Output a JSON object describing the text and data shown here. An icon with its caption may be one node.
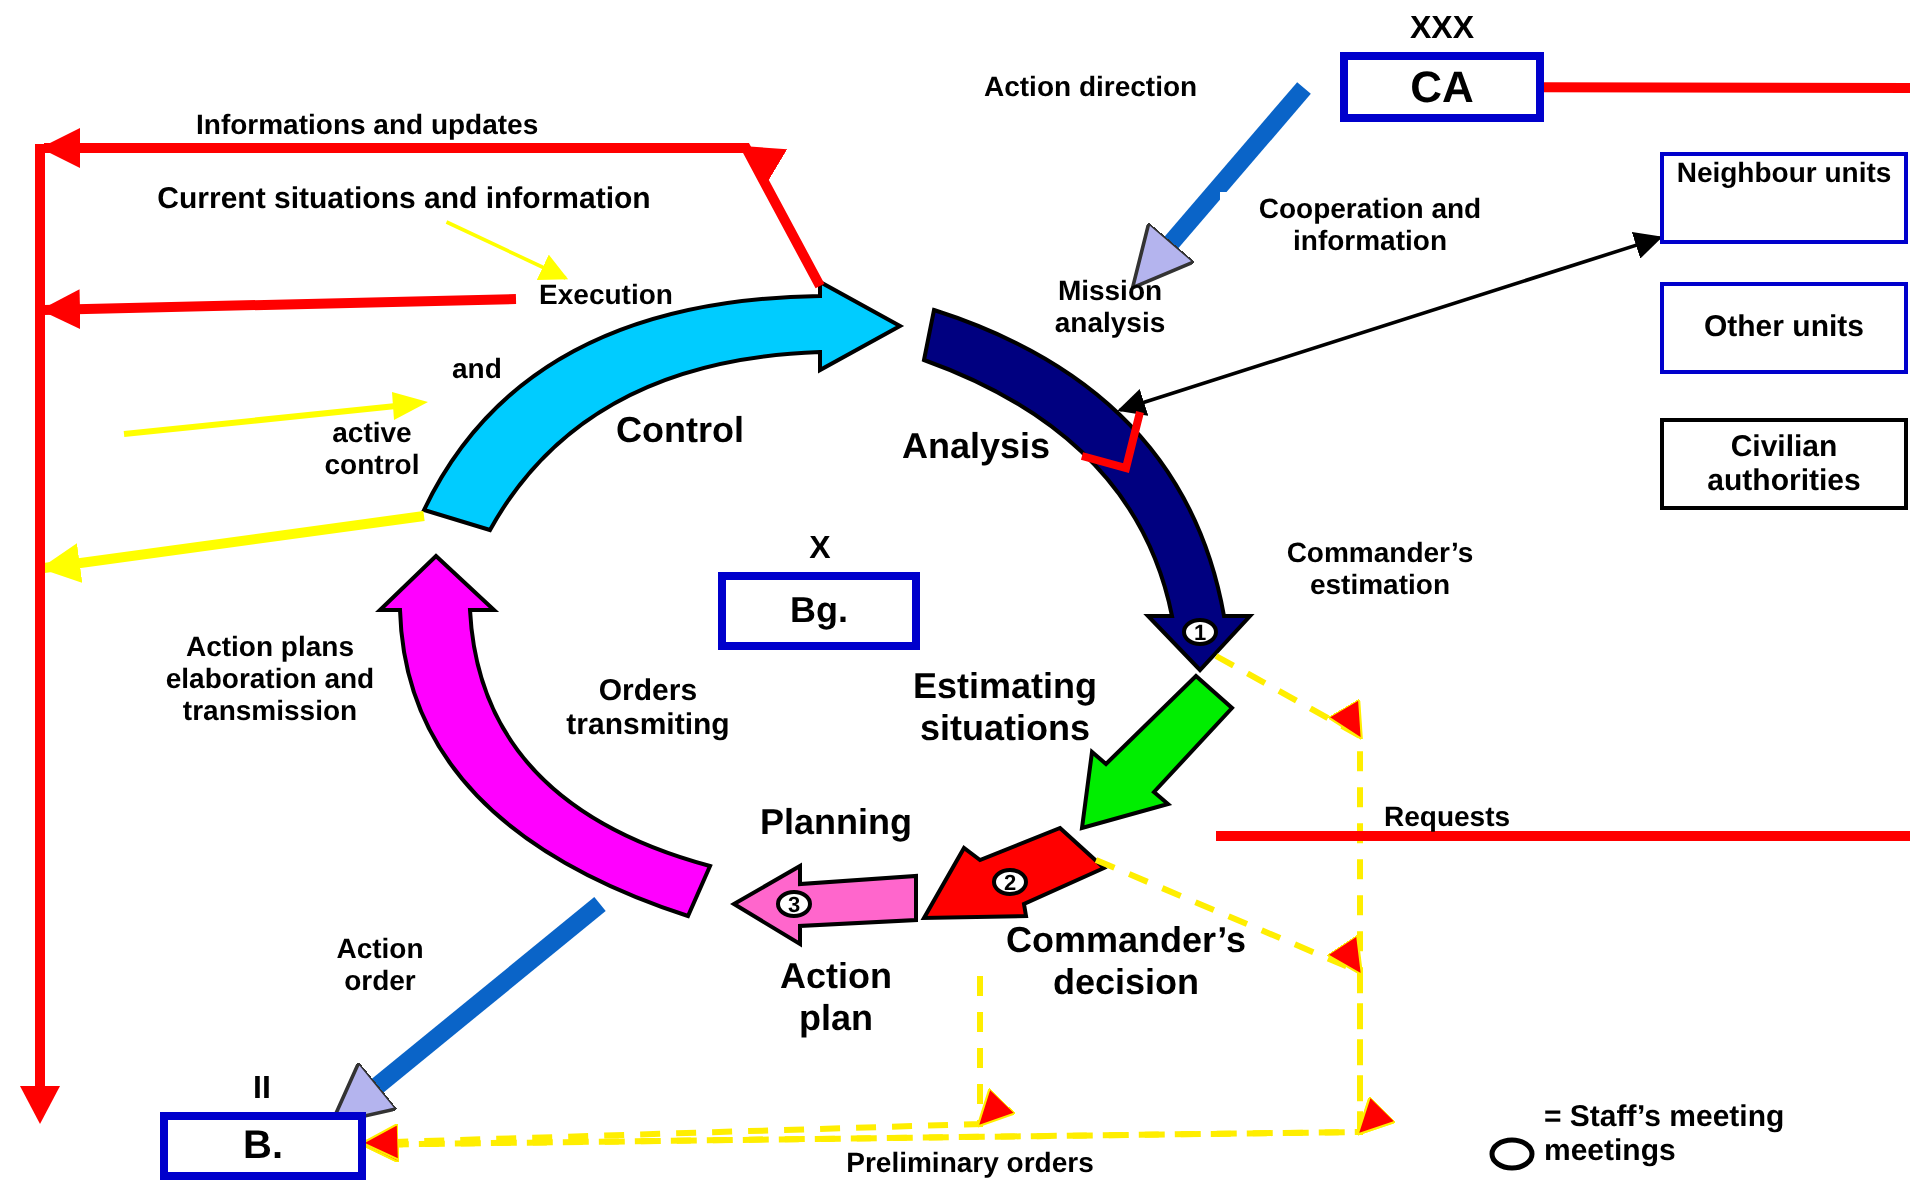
{
  "diagram": {
    "nodes": [
      {
        "text": [
          "CA"
        ],
        "beside": [
          "XXX"
        ]
      },
      {
        "text": [
          "Neighbour units"
        ]
      },
      {
        "text": [
          "Other units"
        ]
      },
      {
        "text": [
          "Civilian authorities"
        ]
      },
      {
        "text": [
          "Bg."
        ],
        "beside": [
          "X"
        ]
      },
      {
        "text": [
          "B."
        ],
        "beside": [
          "II"
        ]
      },
      {
        "text": [],
        "shape": "arrow"
      },
      {
        "text": [],
        "shape": "arrow"
      },
      {
        "text": [],
        "shape": "arrow"
      },
      {
        "text": [],
        "shape": "arrow"
      },
      {
        "text": [],
        "shape": "arrow"
      },
      {
        "text": [],
        "shape": "arrow"
      },
      {
        "text": [
          "Mission analysis"
        ]
      },
      {
        "text": [
          "Current situations and information"
        ]
      },
      {
        "text": [
          "Execution"
        ]
      }
    ],
    "edges": [
      {
        "from": null,
        "to": 12,
        "arrow": "to",
        "label": "Action direction",
        "style": "thick",
        "color": "#0a64c8"
      },
      {
        "from": 7,
        "to": 1,
        "arrow": "both",
        "label": "Cooperation and information",
        "color": "#000000"
      },
      {
        "from": 11,
        "to": 5,
        "arrow": "to",
        "label": "Action order",
        "style": "thick",
        "color": "#0a64c8"
      },
      {
        "from": 0,
        "to": null,
        "arrow": "none",
        "color": "#ff0000"
      },
      {
        "from": 13,
        "to": 14,
        "arrow": "to",
        "color": "#ffff00"
      },
      {
        "from": 6,
        "to": null,
        "arrow": "to",
        "label": "Informations and updates",
        "color": "#ff0000"
      },
      {
        "from": 14,
        "to": null,
        "arrow": "to",
        "color": "#ff0000"
      },
      {
        "from": 6,
        "to": null,
        "arrow": "to",
        "color": "#ffff00"
      },
      {
        "from": 7,
        "to": 5,
        "arrow": "to",
        "label": "Preliminary orders",
        "style": "dashed",
        "color": "#ffee00"
      },
      {
        "from": 9,
        "to": 5,
        "arrow": "to",
        "style": "dashed",
        "color": "#ffee00"
      },
      {
        "from": null,
        "to": 5,
        "arrow": "to",
        "style": "dashed",
        "color": "#ffee00"
      }
    ],
    "labels": [
      "and",
      "active control",
      "Control",
      "Analysis",
      "Commander’s estimation",
      "1",
      "Estimating situations",
      "Planning",
      "2",
      "3",
      "Orders transmiting",
      "Action plans elaboration and transmission",
      "Commander’s decision",
      "Action plan",
      "Requests"
    ],
    "legend": [
      {
        "text": "= Staff’s meeting meetings"
      }
    ]
  }
}
